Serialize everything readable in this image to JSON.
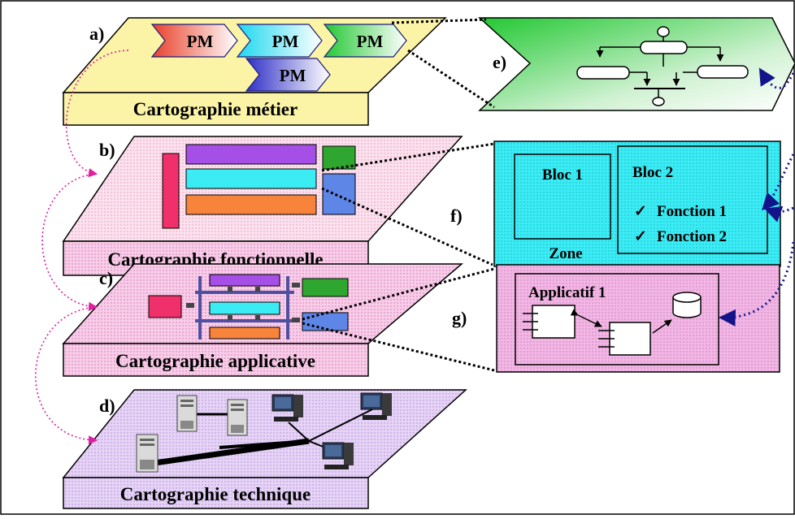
{
  "labels": {
    "a": "a)",
    "b": "b)",
    "c": "c)",
    "d": "d)",
    "e": "e)",
    "f": "f)",
    "g": "g)"
  },
  "layers": {
    "metier": "Cartographie métier",
    "fonctionnelle": "Cartographie fonctionnelle",
    "applicative": "Cartographie applicative",
    "technique": "Cartographie technique"
  },
  "pm_label": "PM",
  "detail_f": {
    "bloc1": "Bloc 1",
    "bloc2": "Bloc 2",
    "fonction1": "Fonction 1",
    "fonction2": "Fonction 2",
    "zone": "Zone",
    "check": "✓"
  },
  "detail_g": {
    "applicatif": "Applicatif 1"
  },
  "colors": {
    "metier_plane": "#fbf3a6",
    "fonctionnelle_plane": "#f7dcec",
    "applicative_plane": "#f4c6e4",
    "technique_plane": "#dcc7f2",
    "zone_cyan": "#2eecf4",
    "applicatif_pink": "#f0a8e0",
    "process_green": "#22c832"
  }
}
